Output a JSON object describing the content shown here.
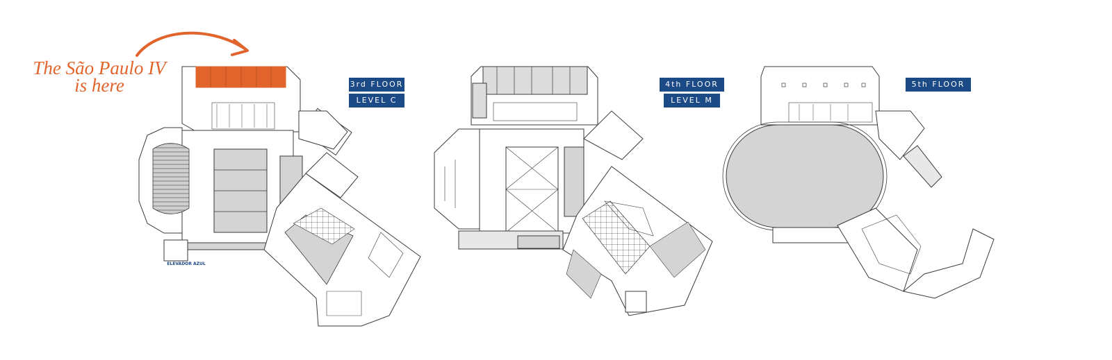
{
  "annotation": {
    "line1": "The São Paulo IV",
    "line2": "is here",
    "color": "#e0642b"
  },
  "floors": [
    {
      "floor_label": "3rd FLOOR",
      "level_label": "LEVEL C",
      "highlighted_room": "São Paulo IV"
    },
    {
      "floor_label": "4th FLOOR",
      "level_label": "LEVEL M"
    },
    {
      "floor_label": "5th FLOOR"
    }
  ],
  "elevator_label": "ELEVADOR AZUL",
  "colors": {
    "badge": "#1c4a87",
    "highlight": "#e0642b",
    "room_fill": "#d4d4d4",
    "walls": "#3a3a3a"
  }
}
